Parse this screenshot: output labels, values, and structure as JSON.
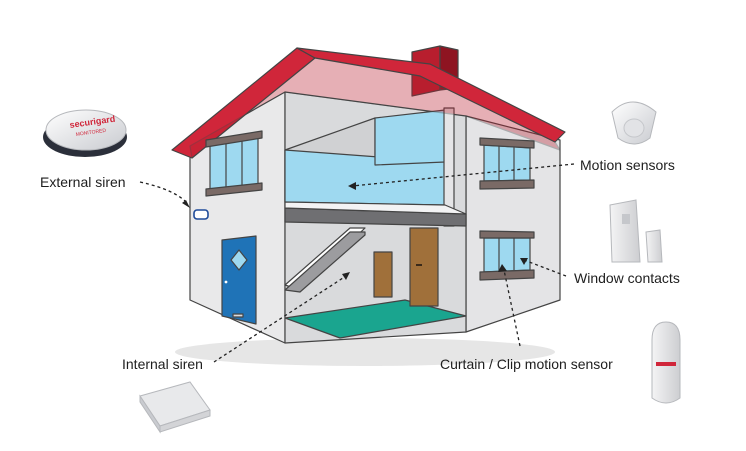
{
  "labels": {
    "external_siren": "External siren",
    "motion_sensors": "Motion sensors",
    "window_contacts": "Window contacts",
    "internal_siren": "Internal siren",
    "curtain_clip": "Curtain / Clip motion sensor"
  },
  "siren_brand": {
    "name": "securigard",
    "tagline": "MONITORED"
  },
  "colors": {
    "roof": "#d0263a",
    "chimney": "#b81e2e",
    "wall": "#e9e9ea",
    "wall_shade": "#cfd0d2",
    "interior": "#d9dadc",
    "glass": "#9ed9f0",
    "window_frame": "#7a6a66",
    "door_blue": "#1f73b7",
    "door_brown": "#a0703a",
    "floor_teal": "#1aa58f",
    "outline": "#444444"
  }
}
